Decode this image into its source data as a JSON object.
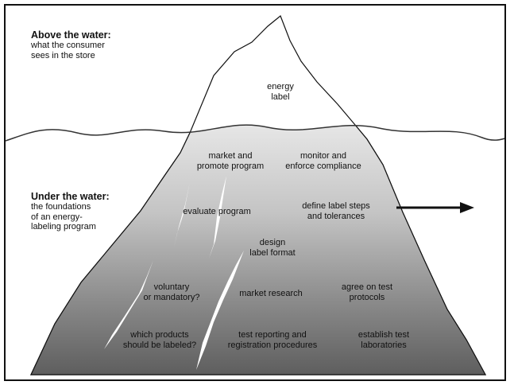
{
  "above": {
    "title": "Above the water:",
    "subtitle": "what the consumer\nsees in the store"
  },
  "under": {
    "title": "Under the water:",
    "subtitle": "the foundations\nof an energy-\nlabeling program"
  },
  "labels": {
    "energy_label": "energy\nlabel",
    "market_promote": "market and\npromote program",
    "monitor_enforce": "monitor and\nenforce compliance",
    "evaluate": "evaluate program",
    "define_steps": "define label steps\nand tolerances",
    "design_format": "design\nlabel format",
    "voluntary": "voluntary\nor mandatory?",
    "market_research": "market research",
    "agree_protocols": "agree on test\nprotocols",
    "which_products": "which products\nshould be labeled?",
    "test_reporting": "test reporting and\nregistration procedures",
    "establish_labs": "establish test\nlaboratories"
  }
}
